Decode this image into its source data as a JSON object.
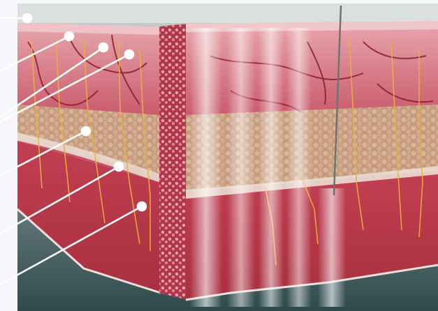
{
  "image": {
    "subject": "skin-tissue-cross-section-illustration",
    "colors": {
      "background": "#f7f7fb",
      "panel": "#c9d3d1",
      "epidermis": "#e9a6ac",
      "dermis": "#c94f63",
      "fat": "#c9a083",
      "fascia": "#e6d8cf",
      "muscle": "#b83a4c",
      "nerve": "#e8b23a",
      "vessel": "#9b1730",
      "callout": "#ffffff"
    }
  },
  "callouts": [
    {
      "id": "surface"
    },
    {
      "id": "epidermis"
    },
    {
      "id": "dermis-upper"
    },
    {
      "id": "dermis-lower"
    },
    {
      "id": "fat"
    },
    {
      "id": "fascia"
    },
    {
      "id": "muscle"
    }
  ]
}
